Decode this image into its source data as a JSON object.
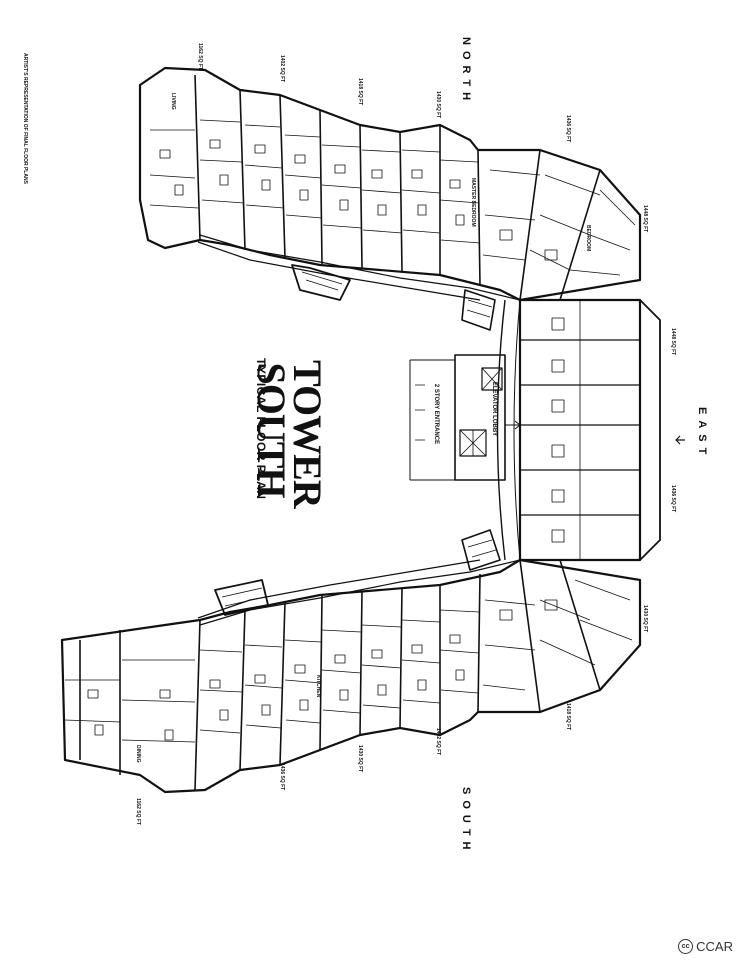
{
  "plan": {
    "title_line1": "TOWER",
    "title_line2": "SOUTH",
    "subtitle": "TYPICAL FLOOR PLAN",
    "compass_north": "NORTH",
    "compass_south": "SOUTH",
    "compass_east": "EAST",
    "entrance_label": "2 STORY ENTRANCE",
    "elevator_label": "ELEVATOR LOBBY",
    "artist_note": "ARTIST'S REPRESENTATION OF FINAL FLOOR PLANS",
    "watermark": "CCAR",
    "watermark_icon": "cc-icon",
    "unit_labels": [
      "1162 SQ FT",
      "1402 SQ FT",
      "1418 SQ FT",
      "1430 SQ FT",
      "1436 SQ FT",
      "1448 SQ FT",
      "1448 SQ FT",
      "1436 SQ FT",
      "1430 SQ FT",
      "1418 SQ FT",
      "1402 SQ FT",
      "1162 SQ FT",
      "1430 SQ FT",
      "1436 SQ FT"
    ],
    "room_labels": [
      "LIVING",
      "MASTER BEDROOM",
      "BEDROOM",
      "KITCHEN",
      "DINING"
    ]
  }
}
